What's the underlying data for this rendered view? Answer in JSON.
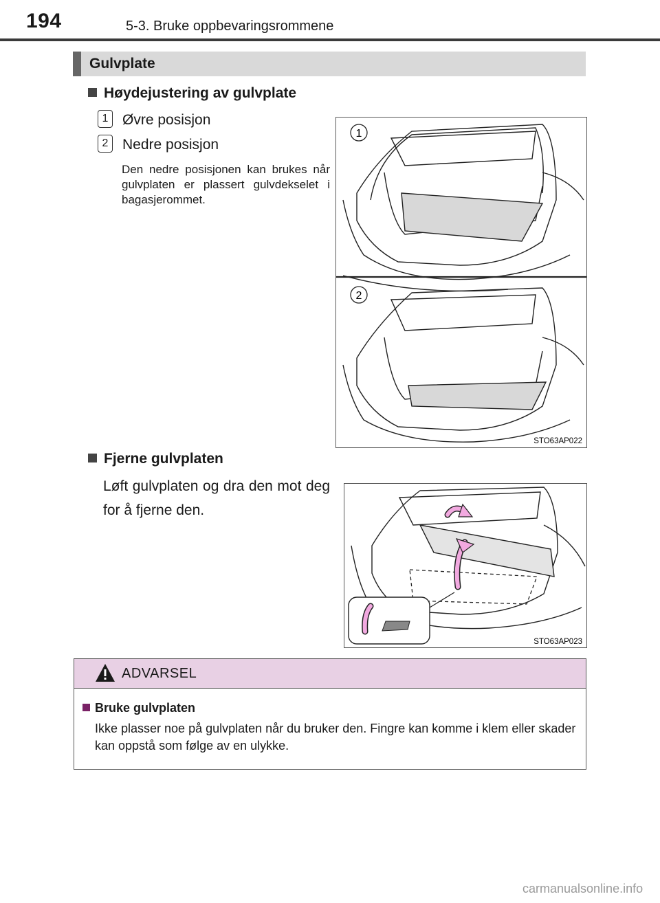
{
  "header": {
    "page_number": "194",
    "section_title": "5-3. Bruke oppbevaringsrommene"
  },
  "section": {
    "title": "Gulvplate"
  },
  "height_adjust": {
    "heading": "Høydejustering av gulvplate",
    "items": [
      {
        "number": "1",
        "label": "Øvre posisjon"
      },
      {
        "number": "2",
        "label": "Nedre posisjon"
      }
    ],
    "note": "Den nedre posisjonen kan brukes når gulvplaten er plassert gulvdekselet i bagasjerommet.",
    "figure": {
      "panel_labels": [
        "1",
        "2"
      ],
      "code": "STO63AP022"
    }
  },
  "remove": {
    "heading": "Fjerne gulvplaten",
    "text": "Løft gulvplaten og dra den mot deg for å fjerne den.",
    "figure": {
      "code": "STO63AP023"
    }
  },
  "warning": {
    "title": "ADVARSEL",
    "subheading": "Bruke gulvplaten",
    "text": "Ikke plasser noe på gulvplaten når du bruker den. Fingre kan komme i klem eller skader kan oppstå som følge av en ulykke."
  },
  "watermark": "carmanualsonline.info",
  "colors": {
    "section_bar": "#d9d9d9",
    "warning_header": "#e8d0e4",
    "warning_accent": "#7a2266",
    "arrow_pink": "#f2a9e0",
    "floor_board": "#d8d8d8"
  }
}
